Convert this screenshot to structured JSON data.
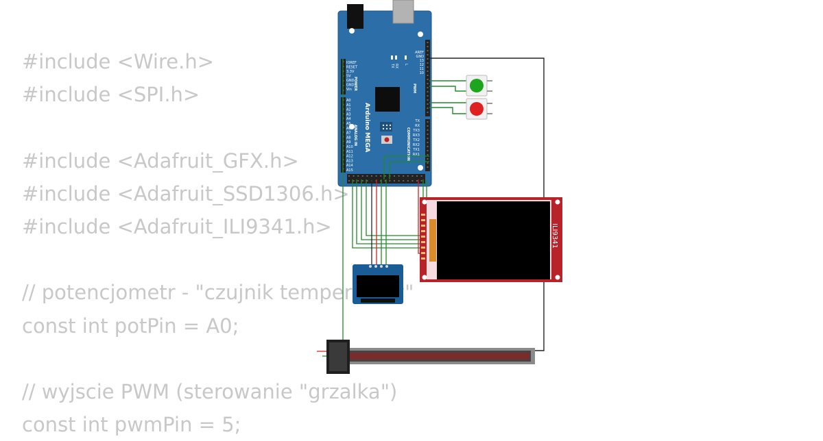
{
  "code_lines": [
    "#include <Wire.h>",
    "#include <SPI.h>",
    "",
    "#include <Adafruit_GFX.h>",
    "#include <Adafruit_SSD1306.h>",
    "#include <Adafruit_ILI9341.h>",
    "",
    "// potencjometr - \"czujnik temperatury\"",
    "const int potPin = A0;",
    "",
    "// wyjscie PWM (sterowanie \"grzalka\")",
    "const int pwmPin = 5;"
  ],
  "arduino": {
    "name": "Arduino MEGA",
    "power_header": "POWER",
    "analog_header": "ANALOG IN",
    "pwm_header": "PWM",
    "comm_header": "COMMUNICATION",
    "power_pins": [
      "IOREF",
      "RESET",
      "3.3V",
      "5V",
      "GND",
      "GND",
      "Vin"
    ],
    "analog_pins": [
      "A0",
      "A1",
      "A2",
      "A3",
      "A4",
      "A5",
      "A6",
      "A7",
      "A8",
      "A9",
      "A10",
      "A11",
      "A12",
      "A13",
      "A14",
      "A15"
    ],
    "top_pins": [
      "AREF",
      "GND",
      "13",
      "12",
      "11",
      "10"
    ],
    "comm_pins": [
      "TX",
      "RX",
      "TX3",
      "RX3",
      "TX2",
      "RX2",
      "TX1",
      "RX1"
    ],
    "led_labels": [
      "TX",
      "RX",
      "L"
    ]
  },
  "tft": {
    "label": "ILI9341"
  },
  "colors": {
    "board": "#2c6fa8",
    "wire_green": "#1f8a2a",
    "wire_red": "#d42020",
    "wire_black": "#222222",
    "button_green": "#1ea51e",
    "button_red": "#e02020",
    "tft_pcb": "#b8232a"
  }
}
